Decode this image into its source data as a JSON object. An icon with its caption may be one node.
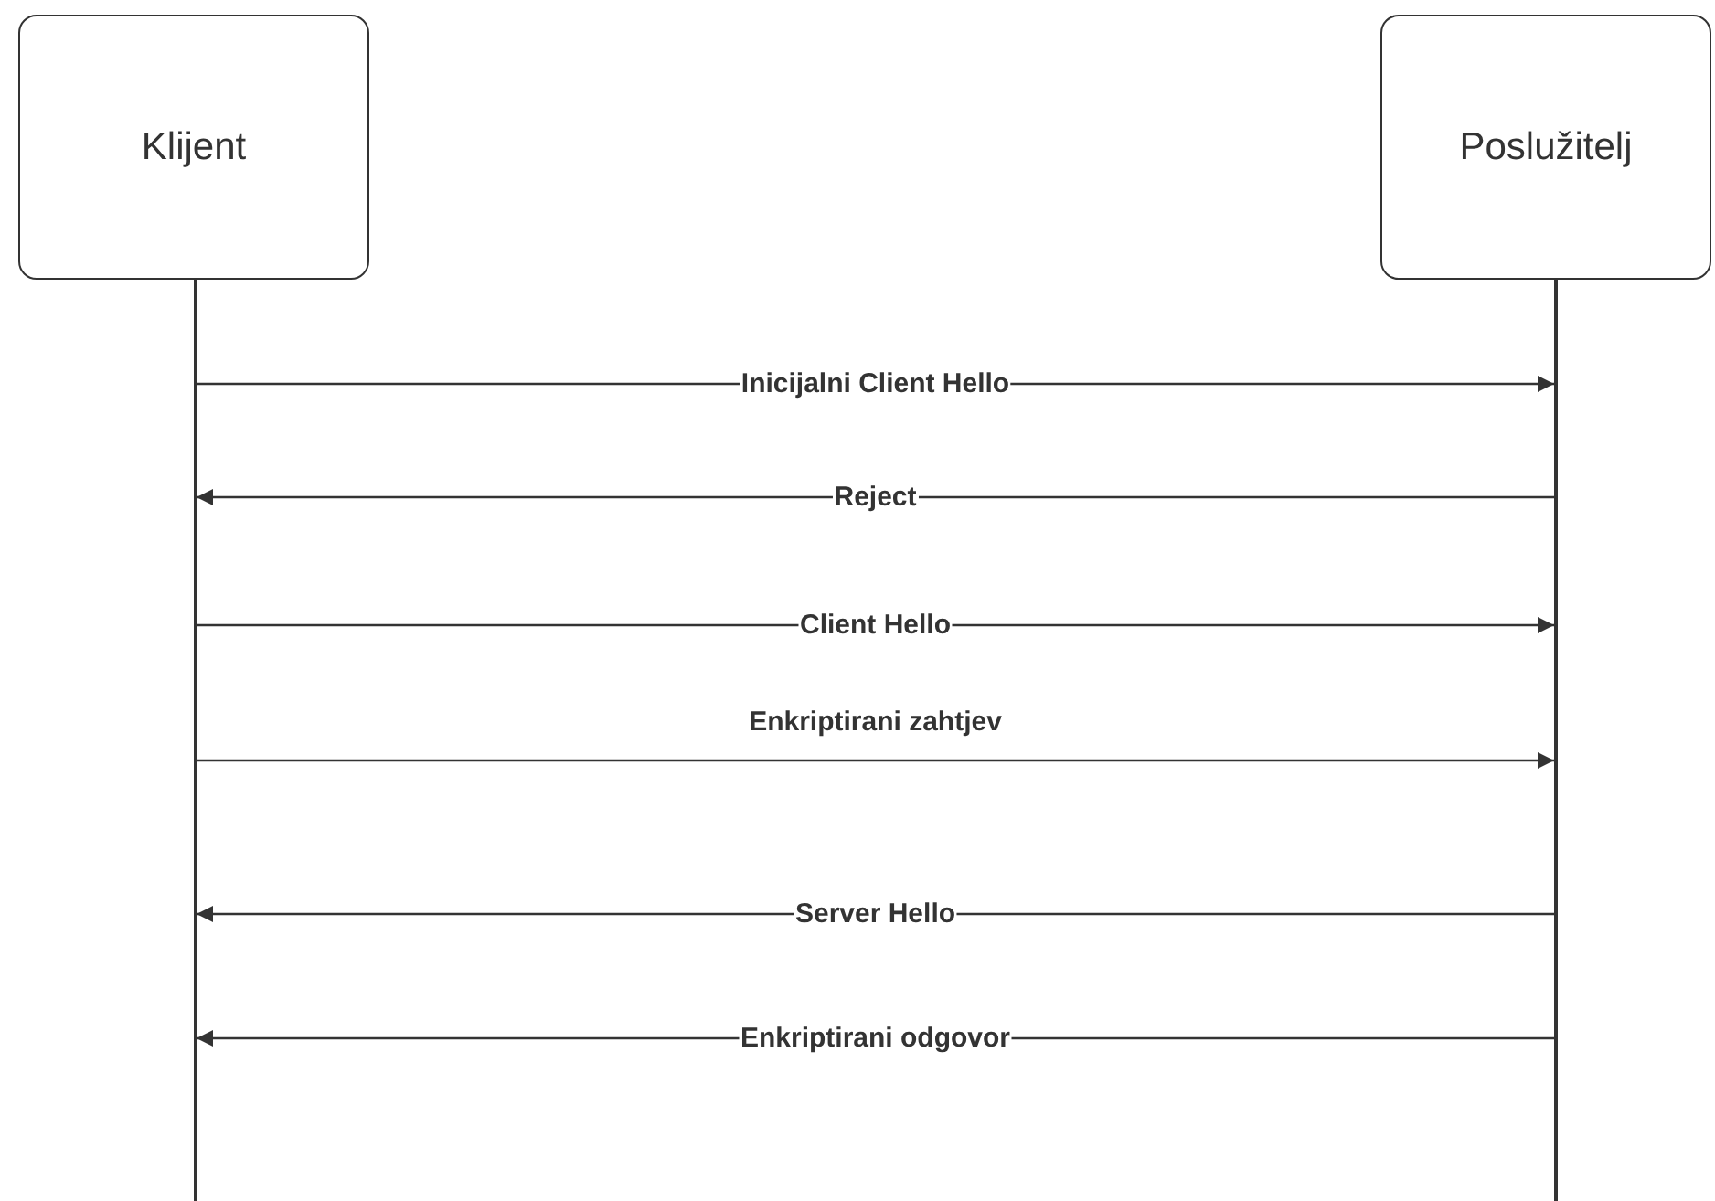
{
  "diagram": {
    "nodes": [
      {
        "text": [
          "Klijent"
        ]
      },
      {
        "text": [
          "Poslužitelj"
        ]
      },
      {
        "text": [],
        "shape": "line"
      },
      {
        "text": [],
        "shape": "line"
      }
    ],
    "edges": [
      {
        "from": 2,
        "to": 3,
        "arrow": "to",
        "label": "Inicijalni Client Hello"
      },
      {
        "from": 3,
        "to": 2,
        "arrow": "to",
        "label": "Reject"
      },
      {
        "from": 2,
        "to": 3,
        "arrow": "to",
        "label": "Client Hello"
      },
      {
        "from": 2,
        "to": 3,
        "arrow": "to",
        "label": "Enkriptirani zahtjev"
      },
      {
        "from": 3,
        "to": 2,
        "arrow": "to",
        "label": "Server Hello"
      },
      {
        "from": 3,
        "to": 2,
        "arrow": "to",
        "label": "Enkriptirani odgovor"
      }
    ]
  }
}
